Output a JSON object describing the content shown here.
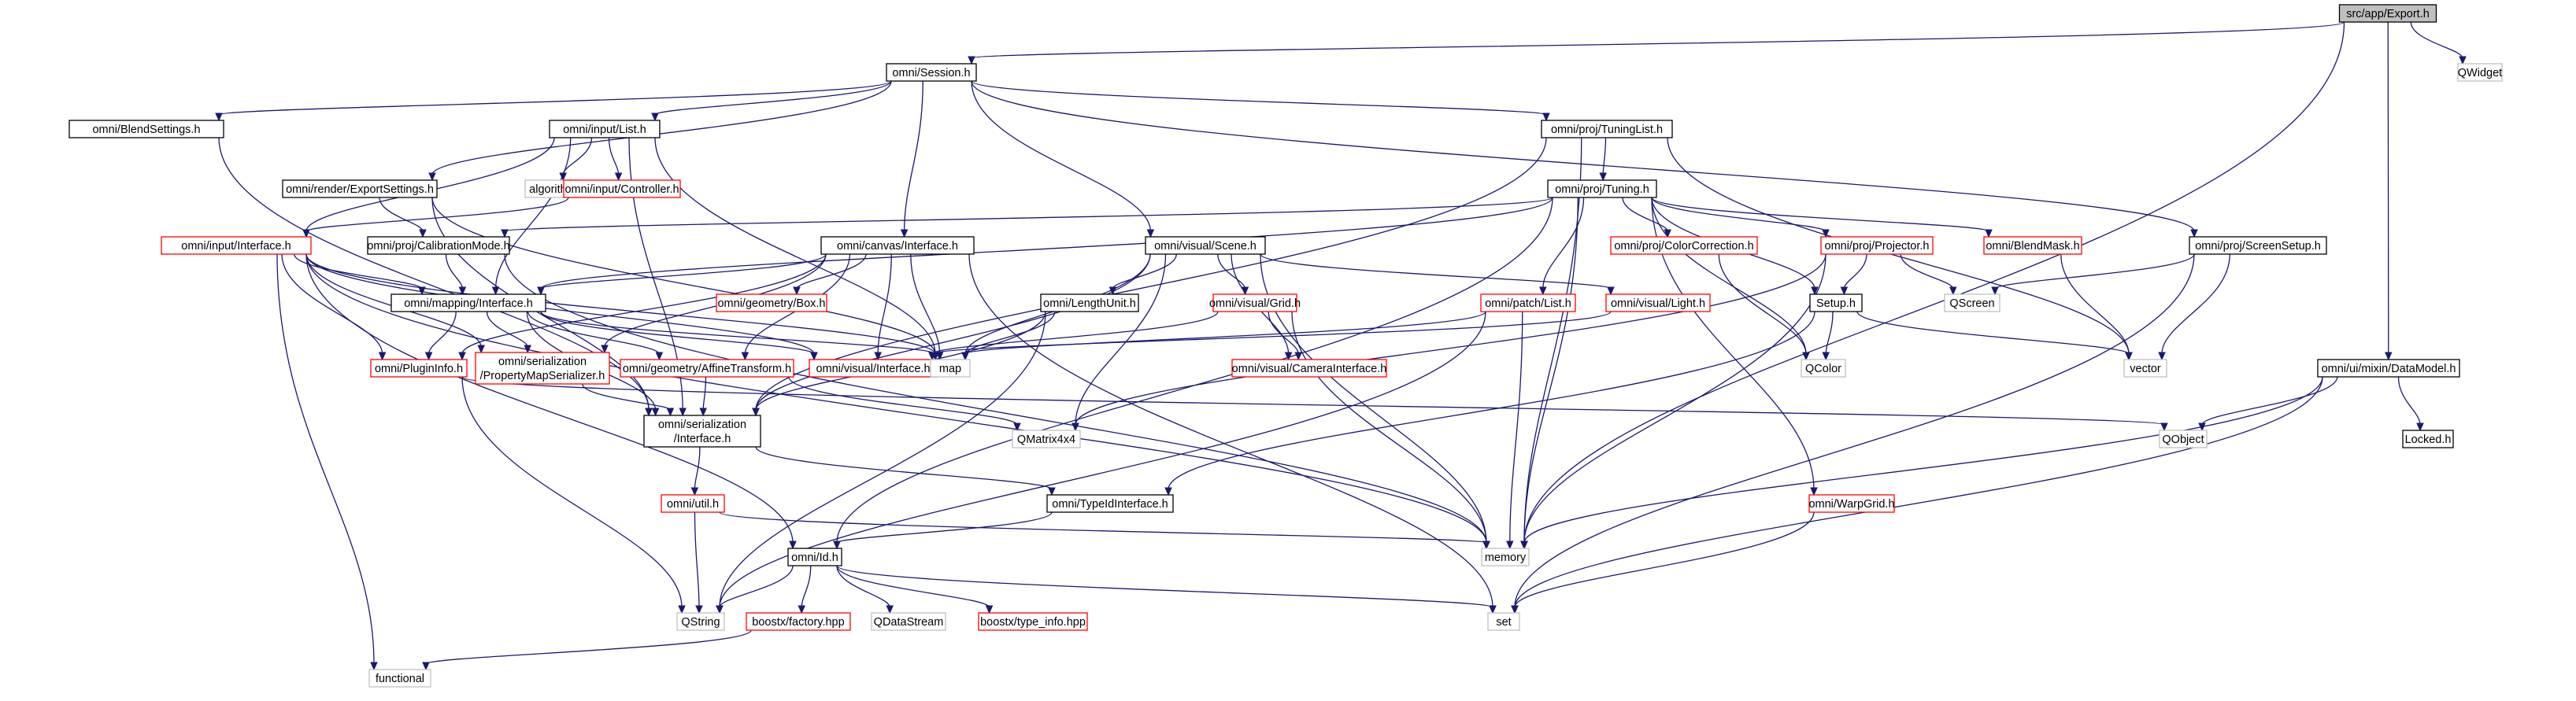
{
  "colors": {
    "edge": "#191970",
    "root_fill": "#bfbfbf",
    "box_fill": "#ffffff",
    "black_border": "#000000",
    "red_border": "#ff0000",
    "gray_border": "#bfbfbf",
    "text": "#000000"
  },
  "nodes": [
    {
      "id": "export",
      "label": "src/app/Export.h",
      "lines": [
        "src/app/Export.h"
      ],
      "style": "root"
    },
    {
      "id": "session",
      "label": "omni/Session.h",
      "lines": [
        "omni/Session.h"
      ],
      "style": "black"
    },
    {
      "id": "qwidget",
      "label": "QWidget",
      "lines": [
        "QWidget"
      ],
      "style": "gray"
    },
    {
      "id": "blendset",
      "label": "omni/BlendSettings.h",
      "lines": [
        "omni/BlendSettings.h"
      ],
      "style": "black"
    },
    {
      "id": "inlist",
      "label": "omni/input/List.h",
      "lines": [
        "omni/input/List.h"
      ],
      "style": "black"
    },
    {
      "id": "tunlist",
      "label": "omni/proj/TuningList.h",
      "lines": [
        "omni/proj/TuningList.h"
      ],
      "style": "black"
    },
    {
      "id": "algorithm",
      "label": "algorithm",
      "lines": [
        "algorithm"
      ],
      "style": "gray"
    },
    {
      "id": "inctrl",
      "label": "omni/input/Controller.h",
      "lines": [
        "omni/input/Controller.h"
      ],
      "style": "red"
    },
    {
      "id": "expset",
      "label": "omni/render/ExportSettings.h",
      "lines": [
        "omni/render/ExportSettings.h"
      ],
      "style": "black"
    },
    {
      "id": "tuning",
      "label": "omni/proj/Tuning.h",
      "lines": [
        "omni/proj/Tuning.h"
      ],
      "style": "black"
    },
    {
      "id": "ininter",
      "label": "omni/input/Interface.h",
      "lines": [
        "omni/input/Interface.h"
      ],
      "style": "red"
    },
    {
      "id": "calib",
      "label": "omni/proj/CalibrationMode.h",
      "lines": [
        "omni/proj/CalibrationMode.h"
      ],
      "style": "black"
    },
    {
      "id": "canvas",
      "label": "omni/canvas/Interface.h",
      "lines": [
        "omni/canvas/Interface.h"
      ],
      "style": "black"
    },
    {
      "id": "scene",
      "label": "omni/visual/Scene.h",
      "lines": [
        "omni/visual/Scene.h"
      ],
      "style": "black"
    },
    {
      "id": "colcorr",
      "label": "omni/proj/ColorCorrection.h",
      "lines": [
        "omni/proj/ColorCorrection.h"
      ],
      "style": "red"
    },
    {
      "id": "projector",
      "label": "omni/proj/Projector.h",
      "lines": [
        "omni/proj/Projector.h"
      ],
      "style": "red"
    },
    {
      "id": "blendmask",
      "label": "omni/BlendMask.h",
      "lines": [
        "omni/BlendMask.h"
      ],
      "style": "red"
    },
    {
      "id": "screensetup",
      "label": "omni/proj/ScreenSetup.h",
      "lines": [
        "omni/proj/ScreenSetup.h"
      ],
      "style": "black"
    },
    {
      "id": "mapping",
      "label": "omni/mapping/Interface.h",
      "lines": [
        "omni/mapping/Interface.h"
      ],
      "style": "black"
    },
    {
      "id": "box",
      "label": "omni/geometry/Box.h",
      "lines": [
        "omni/geometry/Box.h"
      ],
      "style": "red"
    },
    {
      "id": "lengthunit",
      "label": "omni/LengthUnit.h",
      "lines": [
        "omni/LengthUnit.h"
      ],
      "style": "black"
    },
    {
      "id": "grid",
      "label": "omni/visual/Grid.h",
      "lines": [
        "omni/visual/Grid.h"
      ],
      "style": "red"
    },
    {
      "id": "patchlist",
      "label": "omni/patch/List.h",
      "lines": [
        "omni/patch/List.h"
      ],
      "style": "red"
    },
    {
      "id": "light",
      "label": "omni/visual/Light.h",
      "lines": [
        "omni/visual/Light.h"
      ],
      "style": "red"
    },
    {
      "id": "setup",
      "label": "Setup.h",
      "lines": [
        "Setup.h"
      ],
      "style": "black"
    },
    {
      "id": "qscreen",
      "label": "QScreen",
      "lines": [
        "QScreen"
      ],
      "style": "gray"
    },
    {
      "id": "plugininfo",
      "label": "omni/PluginInfo.h",
      "lines": [
        "omni/PluginInfo.h"
      ],
      "style": "red"
    },
    {
      "id": "propmap",
      "label": "omni/serialization/PropertyMapSerializer.h",
      "lines": [
        "omni/serialization",
        "/PropertyMapSerializer.h"
      ],
      "style": "red"
    },
    {
      "id": "affine",
      "label": "omni/geometry/AffineTransform.h",
      "lines": [
        "omni/geometry/AffineTransform.h"
      ],
      "style": "red"
    },
    {
      "id": "visinter",
      "label": "omni/visual/Interface.h",
      "lines": [
        "omni/visual/Interface.h"
      ],
      "style": "red"
    },
    {
      "id": "map",
      "label": "map",
      "lines": [
        "map"
      ],
      "style": "gray"
    },
    {
      "id": "caminter",
      "label": "omni/visual/CameraInterface.h",
      "lines": [
        "omni/visual/CameraInterface.h"
      ],
      "style": "red"
    },
    {
      "id": "qcolor",
      "label": "QColor",
      "lines": [
        "QColor"
      ],
      "style": "gray"
    },
    {
      "id": "vector",
      "label": "vector",
      "lines": [
        "vector"
      ],
      "style": "gray"
    },
    {
      "id": "datamodel",
      "label": "omni/ui/mixin/DataModel.h",
      "lines": [
        "omni/ui/mixin/DataModel.h"
      ],
      "style": "black"
    },
    {
      "id": "serinter",
      "label": "omni/serialization/Interface.h",
      "lines": [
        "omni/serialization",
        "/Interface.h"
      ],
      "style": "black"
    },
    {
      "id": "qmatrix",
      "label": "QMatrix4x4",
      "lines": [
        "QMatrix4x4"
      ],
      "style": "gray"
    },
    {
      "id": "qobject",
      "label": "QObject",
      "lines": [
        "QObject"
      ],
      "style": "gray"
    },
    {
      "id": "locked",
      "label": "Locked.h",
      "lines": [
        "Locked.h"
      ],
      "style": "black"
    },
    {
      "id": "util",
      "label": "omni/util.h",
      "lines": [
        "omni/util.h"
      ],
      "style": "red"
    },
    {
      "id": "typeid",
      "label": "omni/TypeIdInterface.h",
      "lines": [
        "omni/TypeIdInterface.h"
      ],
      "style": "black"
    },
    {
      "id": "warpgrid",
      "label": "omni/WarpGrid.h",
      "lines": [
        "omni/WarpGrid.h"
      ],
      "style": "red"
    },
    {
      "id": "memory",
      "label": "memory",
      "lines": [
        "memory"
      ],
      "style": "gray"
    },
    {
      "id": "id",
      "label": "omni/Id.h",
      "lines": [
        "omni/Id.h"
      ],
      "style": "black"
    },
    {
      "id": "qstring",
      "label": "QString",
      "lines": [
        "QString"
      ],
      "style": "gray"
    },
    {
      "id": "factory",
      "label": "boostx/factory.hpp",
      "lines": [
        "boostx/factory.hpp"
      ],
      "style": "red"
    },
    {
      "id": "qdatastream",
      "label": "QDataStream",
      "lines": [
        "QDataStream"
      ],
      "style": "gray"
    },
    {
      "id": "typeinfo",
      "label": "boostx/type_info.hpp",
      "lines": [
        "boostx/type_info.hpp"
      ],
      "style": "red"
    },
    {
      "id": "set",
      "label": "set",
      "lines": [
        "set"
      ],
      "style": "gray"
    },
    {
      "id": "functional",
      "label": "functional",
      "lines": [
        "functional"
      ],
      "style": "gray"
    }
  ],
  "edges": [
    [
      "export",
      "session"
    ],
    [
      "export",
      "qwidget"
    ],
    [
      "export",
      "datamodel"
    ],
    [
      "export",
      "memory"
    ],
    [
      "session",
      "blendset"
    ],
    [
      "session",
      "inlist"
    ],
    [
      "session",
      "tunlist"
    ],
    [
      "session",
      "expset"
    ],
    [
      "session",
      "canvas"
    ],
    [
      "session",
      "scene"
    ],
    [
      "session",
      "screensetup"
    ],
    [
      "blendset",
      "serinter"
    ],
    [
      "inlist",
      "algorithm"
    ],
    [
      "inlist",
      "inctrl"
    ],
    [
      "inlist",
      "ininter"
    ],
    [
      "inlist",
      "mapping"
    ],
    [
      "inlist",
      "map"
    ],
    [
      "inlist",
      "serinter"
    ],
    [
      "inctrl",
      "ininter"
    ],
    [
      "tunlist",
      "tuning"
    ],
    [
      "tunlist",
      "serinter"
    ],
    [
      "tunlist",
      "vector"
    ],
    [
      "tunlist",
      "memory"
    ],
    [
      "expset",
      "calib"
    ],
    [
      "expset",
      "map"
    ],
    [
      "expset",
      "serinter"
    ],
    [
      "tuning",
      "calib"
    ],
    [
      "tuning",
      "mapping"
    ],
    [
      "tuning",
      "colcorr"
    ],
    [
      "tuning",
      "projector"
    ],
    [
      "tuning",
      "blendmask"
    ],
    [
      "tuning",
      "setup"
    ],
    [
      "tuning",
      "patchlist"
    ],
    [
      "tuning",
      "warpgrid"
    ],
    [
      "tuning",
      "id"
    ],
    [
      "tuning",
      "memory"
    ],
    [
      "tuning",
      "qcolor"
    ],
    [
      "ininter",
      "mapping"
    ],
    [
      "ininter",
      "plugininfo"
    ],
    [
      "ininter",
      "propmap"
    ],
    [
      "ininter",
      "visinter"
    ],
    [
      "ininter",
      "functional"
    ],
    [
      "ininter",
      "id"
    ],
    [
      "ininter",
      "memory"
    ],
    [
      "ininter",
      "map"
    ],
    [
      "calib",
      "mapping"
    ],
    [
      "calib",
      "memory"
    ],
    [
      "canvas",
      "mapping"
    ],
    [
      "canvas",
      "box"
    ],
    [
      "canvas",
      "plugininfo"
    ],
    [
      "canvas",
      "propmap"
    ],
    [
      "canvas",
      "affine"
    ],
    [
      "canvas",
      "visinter"
    ],
    [
      "canvas",
      "map"
    ],
    [
      "canvas",
      "set"
    ],
    [
      "scene",
      "lengthunit"
    ],
    [
      "scene",
      "grid"
    ],
    [
      "scene",
      "light"
    ],
    [
      "scene",
      "caminter"
    ],
    [
      "scene",
      "map"
    ],
    [
      "scene",
      "memory"
    ],
    [
      "scene",
      "serinter"
    ],
    [
      "scene",
      "qmatrix"
    ],
    [
      "colcorr",
      "qcolor"
    ],
    [
      "projector",
      "setup"
    ],
    [
      "projector",
      "qscreen"
    ],
    [
      "projector",
      "qmatrix"
    ],
    [
      "projector",
      "memory"
    ],
    [
      "blendmask",
      "vector"
    ],
    [
      "screensetup",
      "qscreen"
    ],
    [
      "screensetup",
      "vector"
    ],
    [
      "screensetup",
      "set"
    ],
    [
      "mapping",
      "plugininfo"
    ],
    [
      "mapping",
      "affine"
    ],
    [
      "mapping",
      "visinter"
    ],
    [
      "mapping",
      "propmap"
    ],
    [
      "mapping",
      "serinter"
    ],
    [
      "mapping",
      "map"
    ],
    [
      "lengthunit",
      "map"
    ],
    [
      "lengthunit",
      "qstring"
    ],
    [
      "lengthunit",
      "serinter"
    ],
    [
      "grid",
      "caminter"
    ],
    [
      "grid",
      "visinter"
    ],
    [
      "grid",
      "memory"
    ],
    [
      "patchlist",
      "map"
    ],
    [
      "patchlist",
      "memory"
    ],
    [
      "patchlist",
      "qstring"
    ],
    [
      "light",
      "visinter"
    ],
    [
      "setup",
      "qcolor"
    ],
    [
      "setup",
      "vector"
    ],
    [
      "setup",
      "typeid"
    ],
    [
      "plugininfo",
      "qstring"
    ],
    [
      "plugininfo",
      "qobject"
    ],
    [
      "propmap",
      "serinter"
    ],
    [
      "affine",
      "serinter"
    ],
    [
      "affine",
      "qmatrix"
    ],
    [
      "datamodel",
      "qobject"
    ],
    [
      "datamodel",
      "locked"
    ],
    [
      "datamodel",
      "memory"
    ],
    [
      "datamodel",
      "set"
    ],
    [
      "serinter",
      "util"
    ],
    [
      "serinter",
      "typeid"
    ],
    [
      "util",
      "qstring"
    ],
    [
      "util",
      "memory"
    ],
    [
      "typeid",
      "id"
    ],
    [
      "warpgrid",
      "set"
    ],
    [
      "id",
      "qstring"
    ],
    [
      "id",
      "factory"
    ],
    [
      "id",
      "qdatastream"
    ],
    [
      "id",
      "typeinfo"
    ],
    [
      "id",
      "set"
    ],
    [
      "factory",
      "functional"
    ]
  ]
}
